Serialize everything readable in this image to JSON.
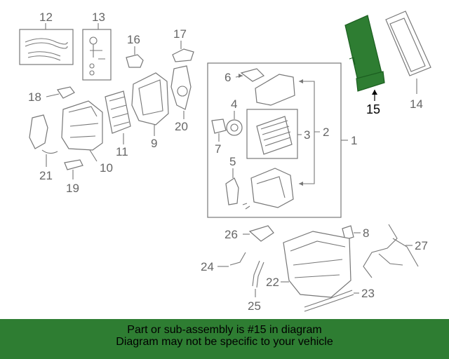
{
  "callouts": {
    "c1": "1",
    "c2": "2",
    "c3": "3",
    "c4": "4",
    "c5": "5",
    "c6": "6",
    "c7": "7",
    "c8": "8",
    "c9": "9",
    "c10": "10",
    "c11": "11",
    "c12": "12",
    "c13": "13",
    "c14": "14",
    "c15": "15",
    "c16": "16",
    "c17": "17",
    "c18": "18",
    "c19": "19",
    "c20": "20",
    "c21": "21",
    "c22": "22",
    "c23": "23",
    "c24": "24",
    "c25": "25",
    "c26": "26",
    "c27": "27"
  },
  "highlight": {
    "part": "15",
    "color": "#2e7d32"
  },
  "banner": {
    "line1": "Part or sub-assembly is #15 in diagram",
    "line2": "Diagram may not be specific to your vehicle",
    "color": "#2e7d32"
  }
}
